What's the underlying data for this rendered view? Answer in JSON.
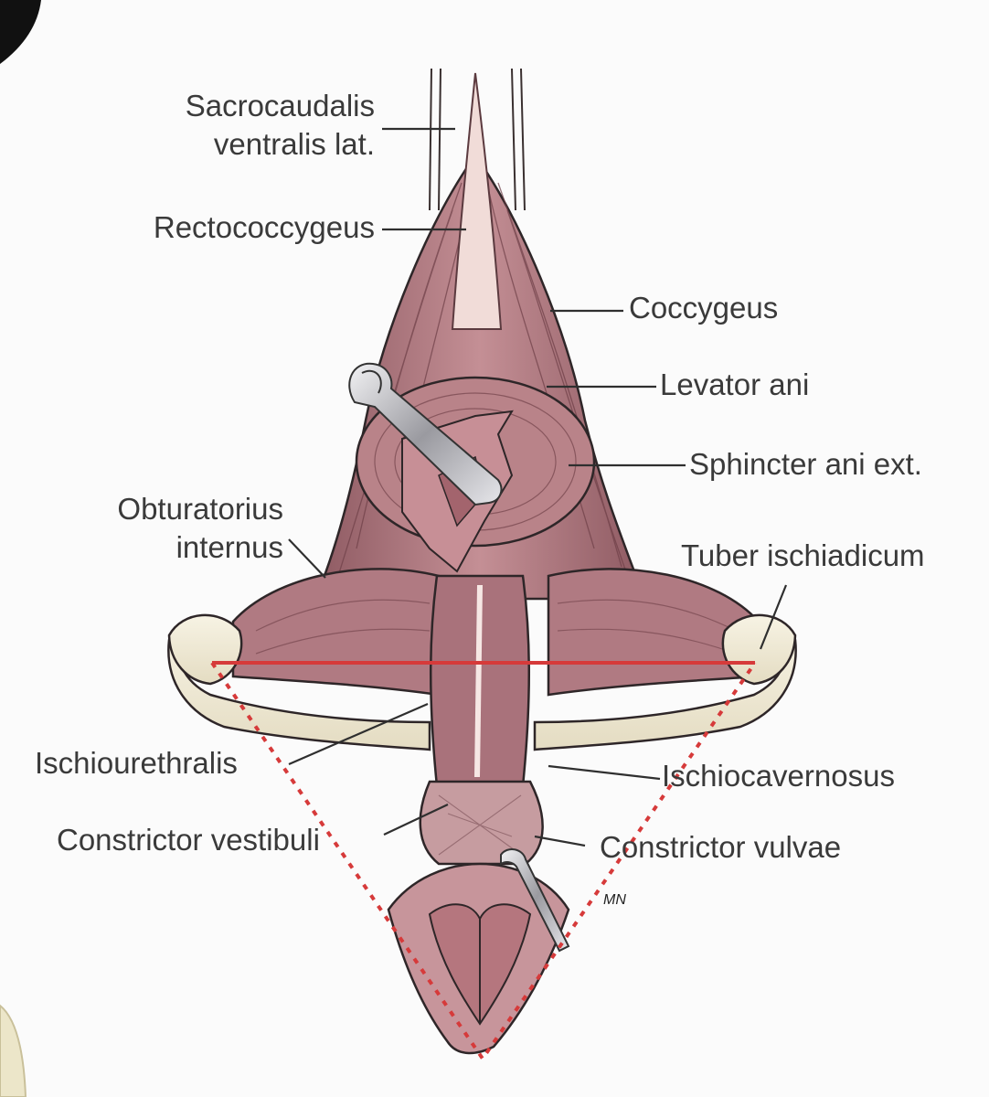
{
  "figure": {
    "labels": {
      "sacrocaudalis_line1": "Sacrocaudalis",
      "sacrocaudalis_line2": "ventralis lat.",
      "rectococcygeus": "Rectococcygeus",
      "coccygeus": "Coccygeus",
      "levator_ani": "Levator ani",
      "sphincter_ani_ext": "Sphincter ani ext.",
      "obturatorius_line1": "Obturatorius",
      "obturatorius_line2": "internus",
      "tuber_ischiadicum": "Tuber ischiadicum",
      "ischiourethralis": "Ischiourethralis",
      "ischiocavernosus": "Ischiocavernosus",
      "constrictor_vestibuli": "Constrictor vestibuli",
      "constrictor_vulvae": "Constrictor vulvae",
      "artist_signature": "MN"
    },
    "colors": {
      "muscle": "#b57e85",
      "muscle_dark": "#7d4d55",
      "muscle_light": "#d9b3b5",
      "tendon": "#f1dcd8",
      "bone": "#f3eedb",
      "outline": "#2e2628",
      "leader": "#2f2f2f",
      "overlay_red": "#d63a3a",
      "hook_metal": "#c9c9cc"
    }
  }
}
